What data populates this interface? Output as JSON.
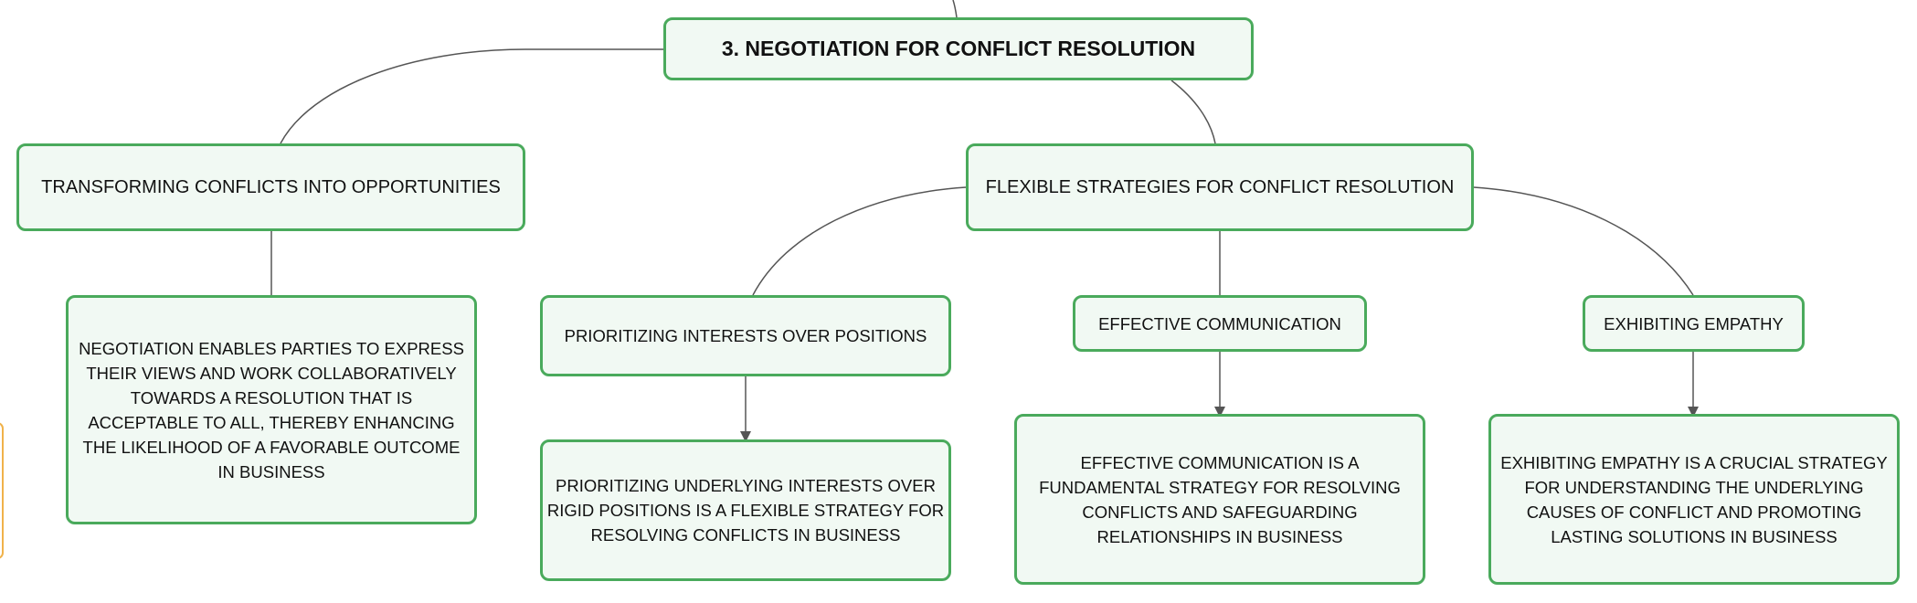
{
  "diagram": {
    "root": {
      "label": "3. NEGOTIATION FOR CONFLICT RESOLUTION"
    },
    "branches": [
      {
        "label": "TRANSFORMING CONFLICTS INTO OPPORTUNITIES",
        "detail": "NEGOTIATION ENABLES PARTIES TO EXPRESS THEIR VIEWS AND WORK COLLABORATIVELY TOWARDS A RESOLUTION THAT IS ACCEPTABLE TO ALL, THEREBY ENHANCING THE LIKELIHOOD OF A FAVORABLE OUTCOME IN BUSINESS"
      },
      {
        "label": "FLEXIBLE STRATEGIES FOR CONFLICT RESOLUTION",
        "children": [
          {
            "label": "PRIORITIZING INTERESTS OVER POSITIONS",
            "detail": "PRIORITIZING UNDERLYING INTERESTS OVER RIGID POSITIONS IS A FLEXIBLE STRATEGY FOR RESOLVING CONFLICTS IN BUSINESS"
          },
          {
            "label": "EFFECTIVE COMMUNICATION",
            "detail": "EFFECTIVE COMMUNICATION IS A FUNDAMENTAL STRATEGY FOR RESOLVING CONFLICTS AND SAFEGUARDING RELATIONSHIPS IN BUSINESS"
          },
          {
            "label": "EXHIBITING EMPATHY",
            "detail": "EXHIBITING EMPATHY IS A CRUCIAL STRATEGY FOR UNDERSTANDING THE UNDERLYING CAUSES OF CONFLICT AND PROMOTING LASTING SOLUTIONS IN BUSINESS"
          }
        ]
      }
    ],
    "colors": {
      "node_border": "#4aaa5c",
      "node_fill": "#f1f9f3",
      "connector": "#555555",
      "side_tab_border": "#f0b24a"
    }
  }
}
